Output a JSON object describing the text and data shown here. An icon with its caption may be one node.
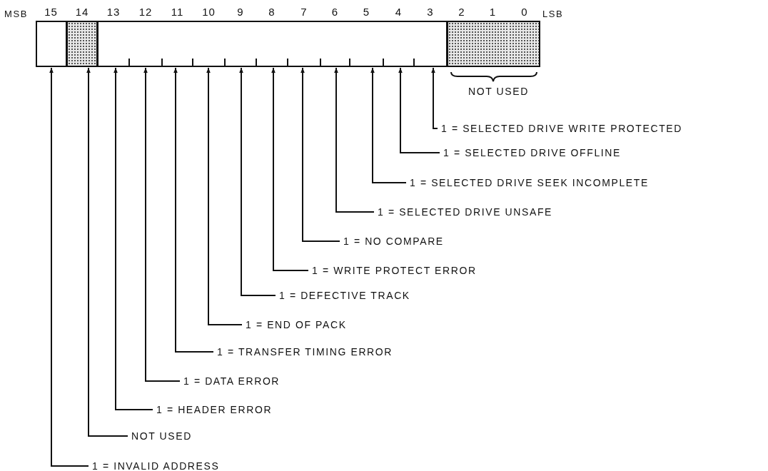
{
  "diagram": {
    "nodes": [
      {
        "text": [
          "15"
        ]
      },
      {
        "text": [
          "14"
        ]
      },
      {
        "text": [
          "13"
        ]
      },
      {
        "text": [
          "12"
        ]
      },
      {
        "text": [
          "11"
        ]
      },
      {
        "text": [
          "10"
        ]
      },
      {
        "text": [
          "9"
        ]
      },
      {
        "text": [
          "8"
        ]
      },
      {
        "text": [
          "7"
        ]
      },
      {
        "text": [
          "6"
        ]
      },
      {
        "text": [
          "5"
        ]
      },
      {
        "text": [
          "4"
        ]
      },
      {
        "text": [
          "3"
        ]
      },
      {
        "text": [
          "2"
        ]
      },
      {
        "text": [
          "1"
        ]
      },
      {
        "text": [
          "0"
        ]
      },
      {
        "text": [
          "1 = SELECTED DRIVE WRITE PROTECTED"
        ]
      },
      {
        "text": [
          "1 = SELECTED DRIVE OFFLINE"
        ]
      },
      {
        "text": [
          "1 = SELECTED DRIVE SEEK INCOMPLETE"
        ]
      },
      {
        "text": [
          "1 = SELECTED DRIVE UNSAFE"
        ]
      },
      {
        "text": [
          "1 = NO COMPARE"
        ]
      },
      {
        "text": [
          "1 = WRITE PROTECT ERROR"
        ]
      },
      {
        "text": [
          "1 = DEFECTIVE TRACK"
        ]
      },
      {
        "text": [
          "1 = END OF PACK"
        ]
      },
      {
        "text": [
          "1 = TRANSFER TIMING ERROR"
        ]
      },
      {
        "text": [
          "1 = DATA ERROR"
        ]
      },
      {
        "text": [
          "1 = HEADER ERROR"
        ]
      },
      {
        "text": [
          "NOT USED"
        ]
      },
      {
        "text": [
          "1 = INVALID ADDRESS"
        ]
      }
    ],
    "edges": [
      {
        "from": 16,
        "to": 12,
        "arrow": "to"
      },
      {
        "from": 17,
        "to": 11,
        "arrow": "to"
      },
      {
        "from": 18,
        "to": 10,
        "arrow": "to"
      },
      {
        "from": 19,
        "to": 9,
        "arrow": "to"
      },
      {
        "from": 20,
        "to": 8,
        "arrow": "to"
      },
      {
        "from": 21,
        "to": 7,
        "arrow": "to"
      },
      {
        "from": 22,
        "to": 6,
        "arrow": "to"
      },
      {
        "from": 23,
        "to": 5,
        "arrow": "to"
      },
      {
        "from": 24,
        "to": 4,
        "arrow": "to"
      },
      {
        "from": 25,
        "to": 3,
        "arrow": "to"
      },
      {
        "from": 26,
        "to": 2,
        "arrow": "to"
      },
      {
        "from": 27,
        "to": 1,
        "arrow": "to"
      },
      {
        "from": 28,
        "to": 0,
        "arrow": "to"
      }
    ],
    "labels": [
      "MSB",
      "LSB",
      "NOT USED"
    ]
  }
}
